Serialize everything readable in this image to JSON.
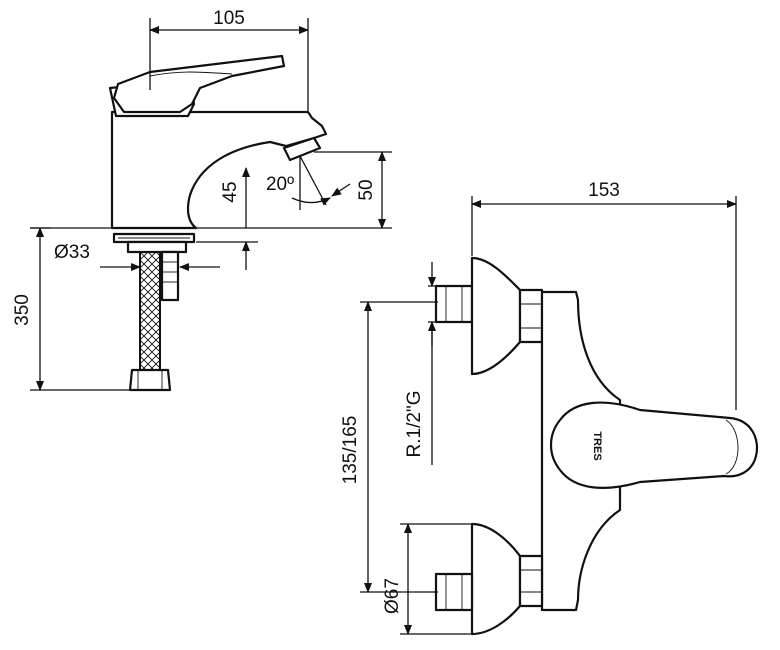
{
  "brand_logo": "TRES",
  "dimensions": {
    "width_105": "105",
    "height_50": "50",
    "angle_20": "20º",
    "depth_45": "45",
    "dia_33": "Ø33",
    "hose_350": "350",
    "width_153": "153",
    "thread": "R.1/2\"G",
    "centers": "135/165",
    "dia_67": "Ø67"
  },
  "colors": {
    "ink": "#111111",
    "paper": "#ffffff"
  }
}
